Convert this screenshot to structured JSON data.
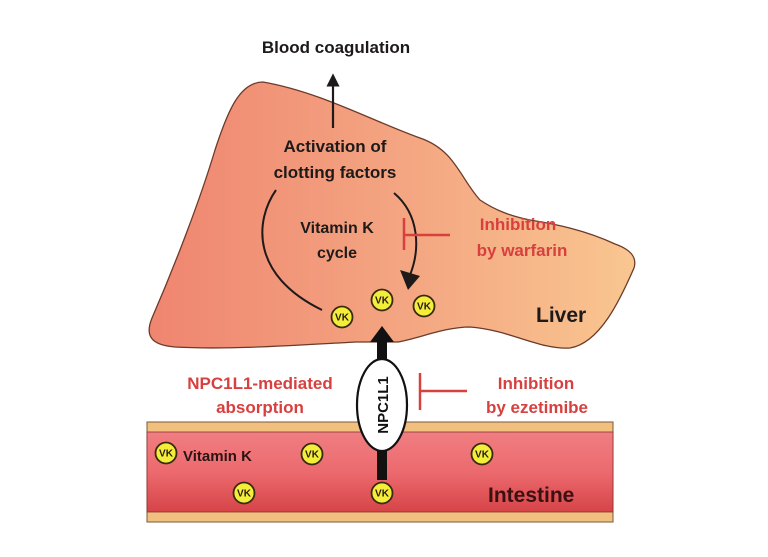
{
  "diagram": {
    "title_output": "Blood coagulation",
    "liver": {
      "label": "Liver",
      "activation_line1": "Activation of",
      "activation_line2": "clotting factors",
      "cycle_line1": "Vitamin K",
      "cycle_line2": "cycle"
    },
    "warfarin": {
      "line1": "Inhibition",
      "line2": "by warfarin"
    },
    "absorption": {
      "line1": "NPC1L1-mediated",
      "line2": "absorption"
    },
    "ezetimibe": {
      "line1": "Inhibition",
      "line2": "by ezetimibe"
    },
    "transporter_label": "NPC1L1",
    "intestine": {
      "label": "Intestine",
      "vitamin_k_label": "Vitamin K"
    },
    "vk_token": "VK",
    "colors": {
      "liver_left": "#f08a70",
      "liver_right": "#f8c28e",
      "intestine_red": "#e8575c",
      "intestine_band": "#f2c07e",
      "vk_fill": "#f2ee3a",
      "inhibitor_red": "#d7403f",
      "ink": "#1e1a1a"
    }
  }
}
